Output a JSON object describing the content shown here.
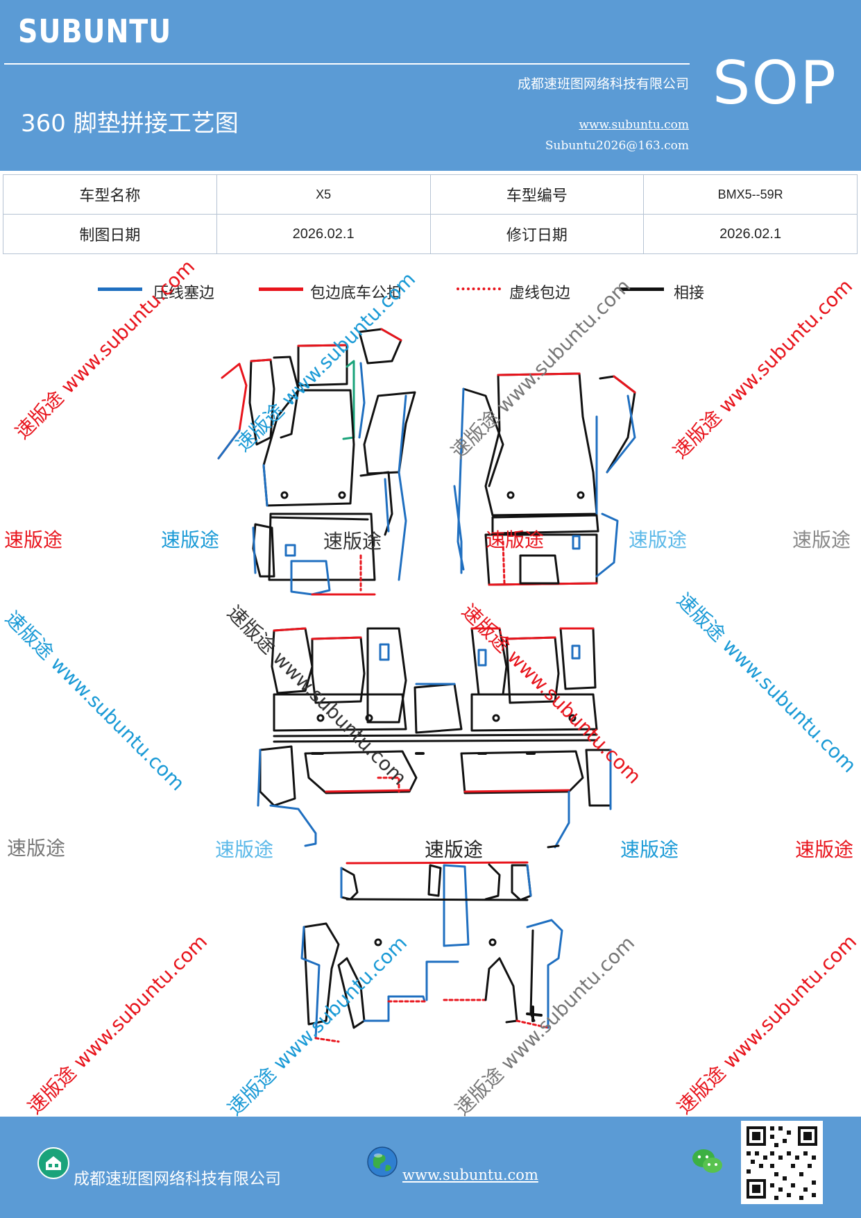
{
  "header": {
    "brand": "SUBUNTU",
    "company": "成都速班图网络科技有限公司",
    "title": "360 脚垫拼接工艺图",
    "website": "www.subuntu.com",
    "email": "Subuntu2026@163.com",
    "badge": "SOP"
  },
  "info": {
    "model_name_label": "车型名称",
    "model_name": "X5",
    "model_code_label": "车型编号",
    "model_code": "BMX5--59R",
    "draw_date_label": "制图日期",
    "draw_date": "2026.02.1",
    "revise_date_label": "修订日期",
    "revise_date": "2026.02.1"
  },
  "legend": [
    {
      "label": "压线塞边",
      "color": "#1f6fc0",
      "style": "solid"
    },
    {
      "label": "包边底车公扣",
      "color": "#e8141c",
      "style": "solid"
    },
    {
      "label": "虚线包边",
      "color": "#e8141c",
      "style": "dotted"
    },
    {
      "label": "相接",
      "color": "#111111",
      "style": "solid"
    }
  ],
  "watermarks": {
    "brand_cn": "速版途",
    "url": "www.subuntu.com",
    "colors": [
      "#e8141c",
      "#1a9ad6",
      "#888888",
      "#5ab8e8"
    ]
  },
  "footer": {
    "company": "成都速班图网络科技有限公司",
    "website": "www.subuntu.com "
  },
  "icons": {
    "home": "home-icon",
    "globe": "globe-icon",
    "wechat": "wechat-icon",
    "qr": "qr-code"
  }
}
